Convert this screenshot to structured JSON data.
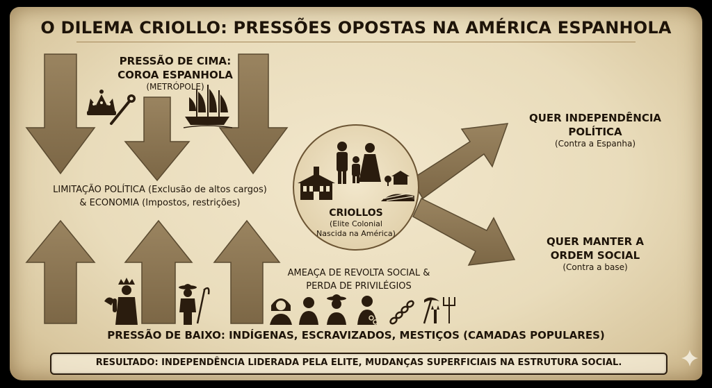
{
  "title": "O DILEMA CRIOLLO: PRESSÕES OPOSTAS NA AMÉRICA ESPANHOLA",
  "top_pressure": {
    "line1": "PRESSÃO DE CIMA:",
    "line2": "COROA ESPANHOLA",
    "line3": "(METRÓPOLE)"
  },
  "limitation": {
    "line1": "LIMITAÇÃO POLÍTICA (Exclusão de altos cargos)",
    "line2": "& ECONOMIA (Impostos, restrições)"
  },
  "criollos": {
    "title": "CRIOLLOS",
    "line1": "(Elite Colonial",
    "line2": "Nascida na América)"
  },
  "threat": {
    "line1": "AMEAÇA DE REVOLTA SOCIAL &",
    "line2": "PERDA DE PRIVILÉGIOS"
  },
  "goal_independence": {
    "line1": "QUER INDEPENDÊNCIA",
    "line2": "POLÍTICA",
    "line3": "(Contra a Espanha)"
  },
  "goal_order": {
    "line1": "QUER MANTER A",
    "line2": "ORDEM SOCIAL",
    "line3": "(Contra a base)"
  },
  "bottom_pressure": "PRESSÃO DE BAIXO: INDÍGENAS, ESCRAVIZADOS, MESTIÇOS (CAMADAS POPULARES)",
  "result": "RESULTADO: INDEPENDÊNCIA LIDERADA PELA ELITE, MUDANÇAS SUPERFICIAIS NA ESTRUTURA SOCIAL.",
  "colors": {
    "paper": "#ece1c3",
    "arrow_fill": "#8a7452",
    "arrow_stroke": "#5a4a30",
    "ink": "#1e1409"
  },
  "icons": [
    "crown-icon",
    "scepter-icon",
    "ship-icon",
    "family-icon",
    "church-icon",
    "farm-icon",
    "indigenous-figure-icon",
    "worker-scythe-icon",
    "woman-icon",
    "man-icon",
    "hat-man-icon",
    "chained-man-icon",
    "chain-icon",
    "tools-icon",
    "pitchfork-icon",
    "sparkle-icon"
  ]
}
